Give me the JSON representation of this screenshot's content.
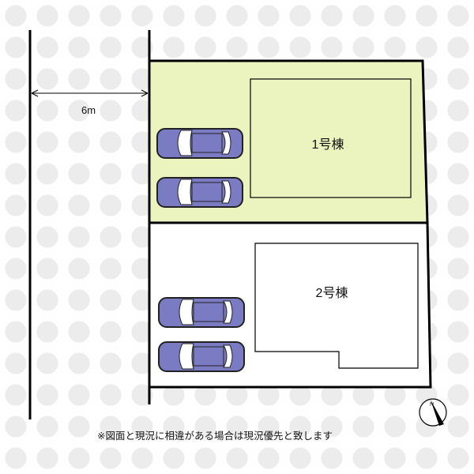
{
  "road": {
    "width_label": "6m"
  },
  "lots": [
    {
      "building_label": "1号棟",
      "fill": "#ebf3bf",
      "cars": 2
    },
    {
      "building_label": "2号棟",
      "fill": "#ffffff",
      "cars": 2
    }
  ],
  "car_color": "#7b7bc4",
  "compass": {
    "label": "N"
  },
  "note": "※図面と現況に相違がある場合は現況優先と致します"
}
